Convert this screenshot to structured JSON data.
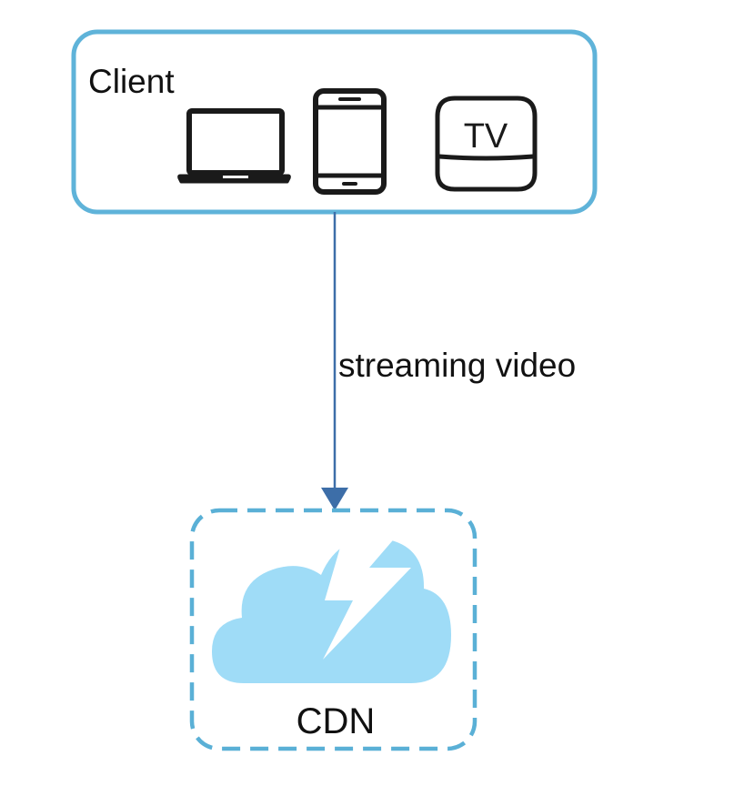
{
  "diagram": {
    "client": {
      "label": "Client",
      "devices": {
        "laptop": "laptop-icon",
        "tablet": "tablet-icon",
        "tv": {
          "icon": "tv-box-icon",
          "label": "TV"
        }
      }
    },
    "edge": {
      "label": "streaming video"
    },
    "cdn": {
      "label": "CDN",
      "icon": "cloud-lightning-icon"
    }
  },
  "colors": {
    "client_border": "#5fb3d9",
    "cdn_border": "#5ab0d6",
    "arrow": "#3d6ea8",
    "cloud": "#9fdcf7",
    "icon_stroke": "#1a1a1a",
    "text": "#111111"
  }
}
